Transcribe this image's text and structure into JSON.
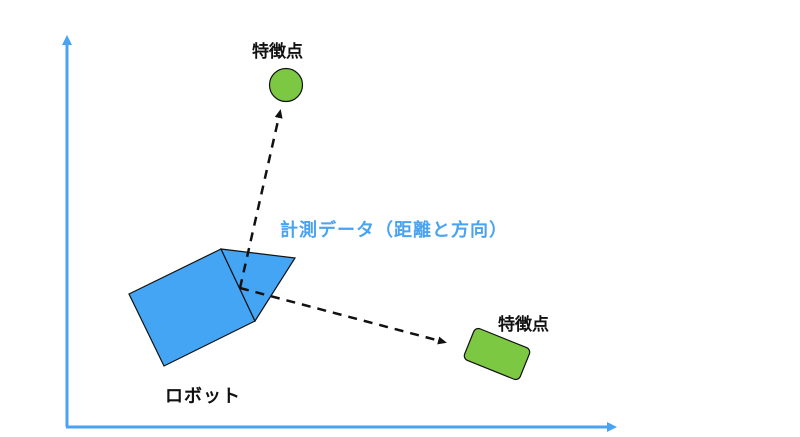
{
  "diagram": {
    "colors": {
      "axis": "#4aa3f0",
      "robot_fill": "#45a5f5",
      "feature_fill": "#7cc842",
      "outline": "#111111",
      "measurement_text": "#4aa3f0"
    },
    "labels": {
      "feature_top": "特徴点",
      "feature_right": "特徴点",
      "measurement": "計測データ（距離と方向）",
      "robot": "ロボット"
    },
    "elements": {
      "x_axis": "horizontal axis arrow",
      "y_axis": "vertical axis arrow",
      "robot_shape": "pentagon robot body",
      "feature_circle": "circle feature point",
      "feature_rect": "rounded rectangle feature point",
      "arrow_to_circle": "dashed measurement arrow",
      "arrow_to_rect": "dashed measurement arrow"
    }
  }
}
